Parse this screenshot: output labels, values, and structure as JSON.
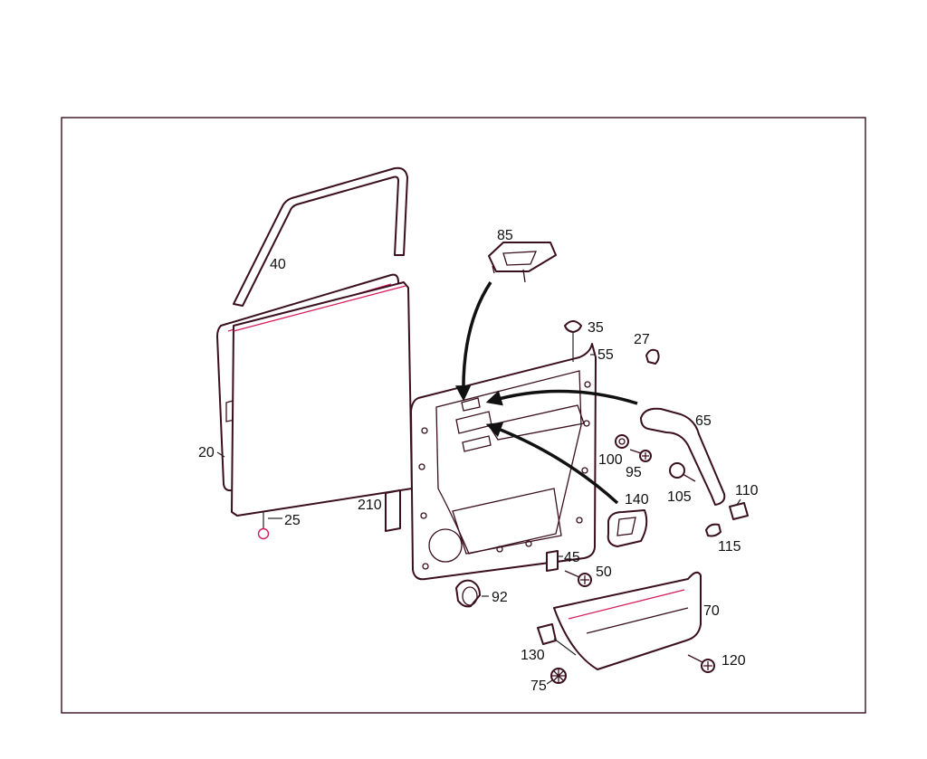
{
  "colors": {
    "outline": "#3a0f1e",
    "accent": "#d3195c",
    "label": "#111111",
    "background": "#ffffff"
  },
  "labels": {
    "p20": "20",
    "p25": "25",
    "p27": "27",
    "p35": "35",
    "p40": "40",
    "p45": "45",
    "p50": "50",
    "p55": "55",
    "p65": "65",
    "p70": "70",
    "p75": "75",
    "p85": "85",
    "p92": "92",
    "p95": "95",
    "p100": "100",
    "p105": "105",
    "p110": "110",
    "p115": "115",
    "p120": "120",
    "p130": "130",
    "p140": "140",
    "p210": "210"
  },
  "marker": {
    "t_box": "T"
  }
}
